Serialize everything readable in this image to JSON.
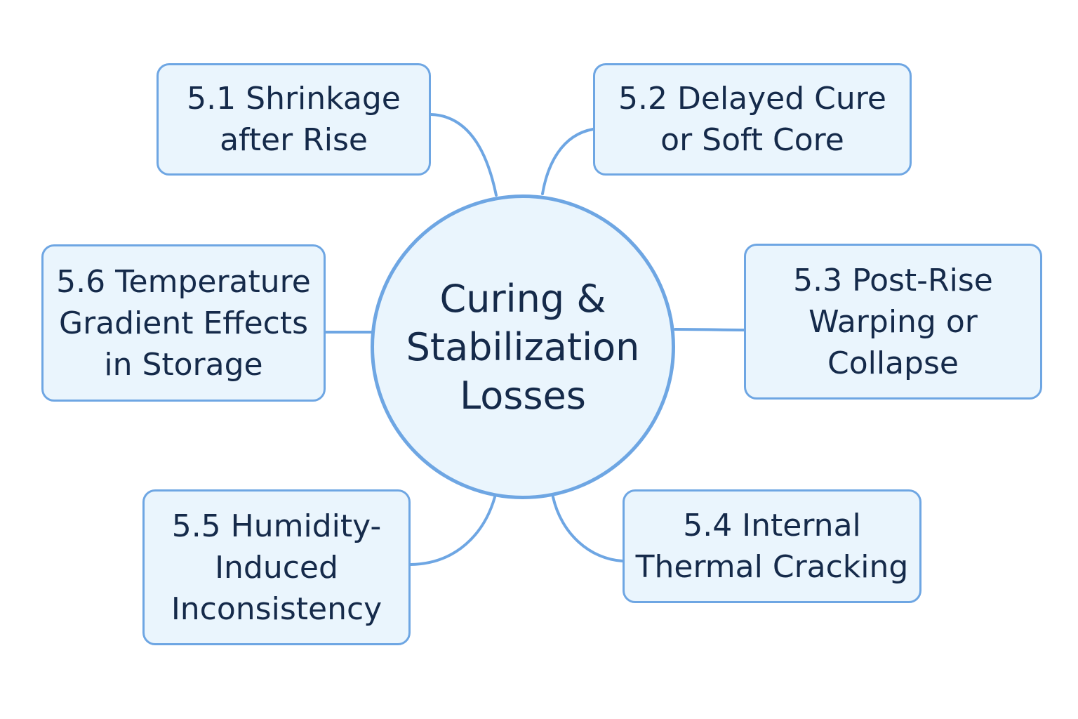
{
  "colors": {
    "accent_border": "#6ea6e3",
    "node_fill": "#eaf5fd",
    "text": "#152a4a",
    "background": "#ffffff"
  },
  "center": {
    "lines": [
      "Curing &",
      "Stabilization",
      "Losses"
    ]
  },
  "nodes": [
    {
      "id": "5-1",
      "lines": [
        "5.1 Shrinkage",
        "after Rise"
      ]
    },
    {
      "id": "5-2",
      "lines": [
        "5.2 Delayed Cure",
        "or Soft Core"
      ]
    },
    {
      "id": "5-3",
      "lines": [
        "5.3 Post-Rise",
        "Warping or",
        "Collapse"
      ]
    },
    {
      "id": "5-4",
      "lines": [
        "5.4 Internal",
        "Thermal Cracking"
      ]
    },
    {
      "id": "5-5",
      "lines": [
        "5.5 Humidity-",
        "Induced",
        "Inconsistency"
      ]
    },
    {
      "id": "5-6",
      "lines": [
        "5.6 Temperature",
        "Gradient Effects",
        "in Storage"
      ]
    }
  ]
}
